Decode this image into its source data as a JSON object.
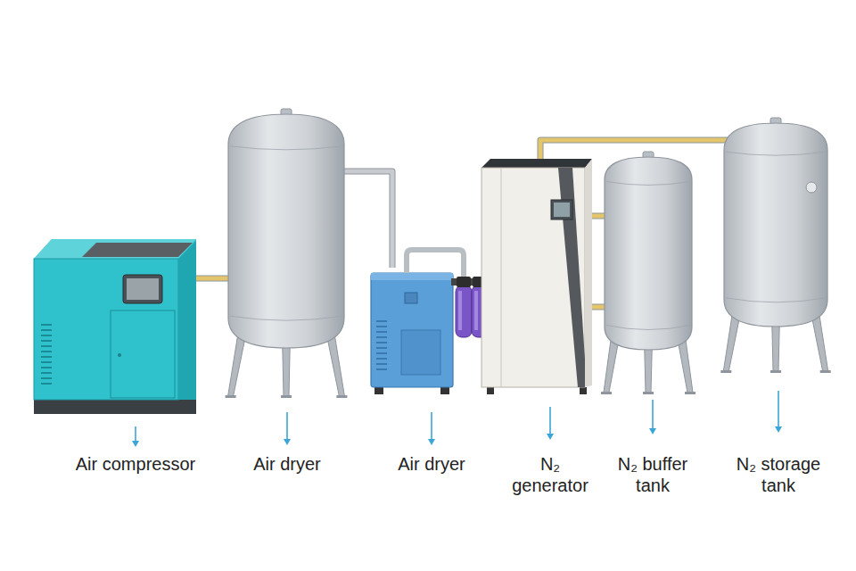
{
  "diagram": {
    "nodes": [
      {
        "text": [
          "Air compressor"
        ]
      },
      {
        "text": [
          "Air dryer"
        ]
      },
      {
        "text": [
          "Air dryer"
        ]
      },
      {
        "text": [
          "N₂ generator"
        ]
      },
      {
        "text": [
          "N₂ buffer tank"
        ]
      },
      {
        "text": [
          "N₂ storage tank"
        ]
      }
    ],
    "edges": [
      {
        "from": 0,
        "to": 1,
        "arrow": "none"
      },
      {
        "from": 1,
        "to": 2,
        "arrow": "none"
      },
      {
        "from": 2,
        "to": 3,
        "arrow": "none"
      },
      {
        "from": 3,
        "to": 4,
        "arrow": "none"
      },
      {
        "from": 3,
        "to": 4,
        "arrow": "none"
      },
      {
        "from": 3,
        "to": 5,
        "arrow": "none"
      }
    ]
  }
}
